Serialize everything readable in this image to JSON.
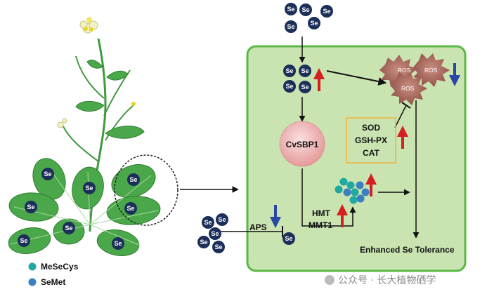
{
  "se_label": "Se",
  "ros_label": "ROS",
  "protein_label": "CvSBP1",
  "antioxidant_box": {
    "lines": [
      "SOD",
      "GSH-PX",
      "CAT"
    ]
  },
  "enzymes": {
    "aps": "APS",
    "hmt": "HMT",
    "mmt1": "MMT1"
  },
  "outcome": "Enhanced Se Tolerance",
  "legend": [
    {
      "label": "MeSeCys",
      "color": "#1fa9a0"
    },
    {
      "label": "SeMet",
      "color": "#3a7fc1"
    }
  ],
  "watermark": "公众号 · 长大植物硒学",
  "colors": {
    "se_dot": "#1c2f59",
    "cell_fill": "#c9e3b1",
    "cell_border": "#5cb846",
    "up_arrow": "#d42020",
    "down_arrow": "#2a47a6",
    "antioxidant_border": "#f0b33a",
    "plant_green": "#4aa84a"
  }
}
